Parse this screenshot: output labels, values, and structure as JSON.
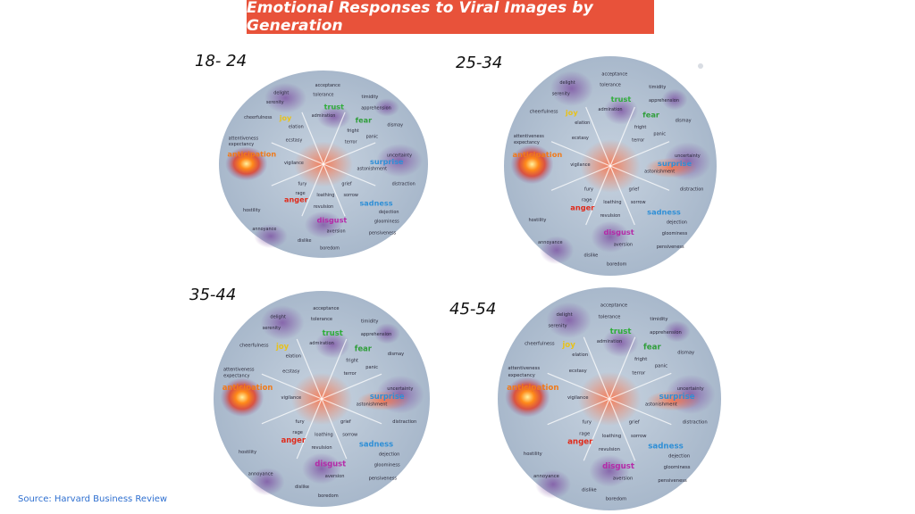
{
  "title": "Emotional Responses to Viral Images by Generation",
  "source": "Source: Harvard Business Review",
  "colors": {
    "banner": "#e8523a",
    "wheel_bg": "#aebdcf",
    "joy": "#e8c21a",
    "trust": "#2fae3a",
    "fear": "#2f9e3a",
    "surprise": "#2f8fd6",
    "sadness": "#2f8fd6",
    "disgust": "#b52aa8",
    "anger": "#e02a1a",
    "anticipation": "#f07a1a"
  },
  "panels": [
    {
      "label": "18- 24",
      "hot": "anticipation",
      "extra_hot": []
    },
    {
      "label": "25-34",
      "hot": "anticipation",
      "extra_hot": [
        "surprise"
      ]
    },
    {
      "label": "35-44",
      "hot": "anticipation",
      "extra_hot": [
        "surprise"
      ]
    },
    {
      "label": "45-54",
      "hot": "anticipation",
      "extra_hot": [
        "surprise"
      ]
    }
  ],
  "wheel": {
    "primary": [
      {
        "key": "joy",
        "text": "joy"
      },
      {
        "key": "trust",
        "text": "trust"
      },
      {
        "key": "fear",
        "text": "fear"
      },
      {
        "key": "surprise",
        "text": "surprise"
      },
      {
        "key": "sadness",
        "text": "sadness"
      },
      {
        "key": "disgust",
        "text": "disgust"
      },
      {
        "key": "anger",
        "text": "anger"
      },
      {
        "key": "anticipation",
        "text": "anticipation"
      }
    ],
    "words": [
      "delight",
      "serenity",
      "cheerfulness",
      "acceptance",
      "tolerance",
      "timidity",
      "apprehension",
      "admiration",
      "dismay",
      "elation",
      "fright",
      "panic",
      "ecstasy",
      "terror",
      "attentiveness",
      "expectancy",
      "uncertainty",
      "vigilance",
      "astonishment",
      "distraction",
      "fury",
      "grief",
      "rage",
      "loathing",
      "sorrow",
      "hostility",
      "revulsion",
      "dejection",
      "gloominess",
      "annoyance",
      "aversion",
      "pensiveness",
      "dislike",
      "boredom"
    ]
  }
}
